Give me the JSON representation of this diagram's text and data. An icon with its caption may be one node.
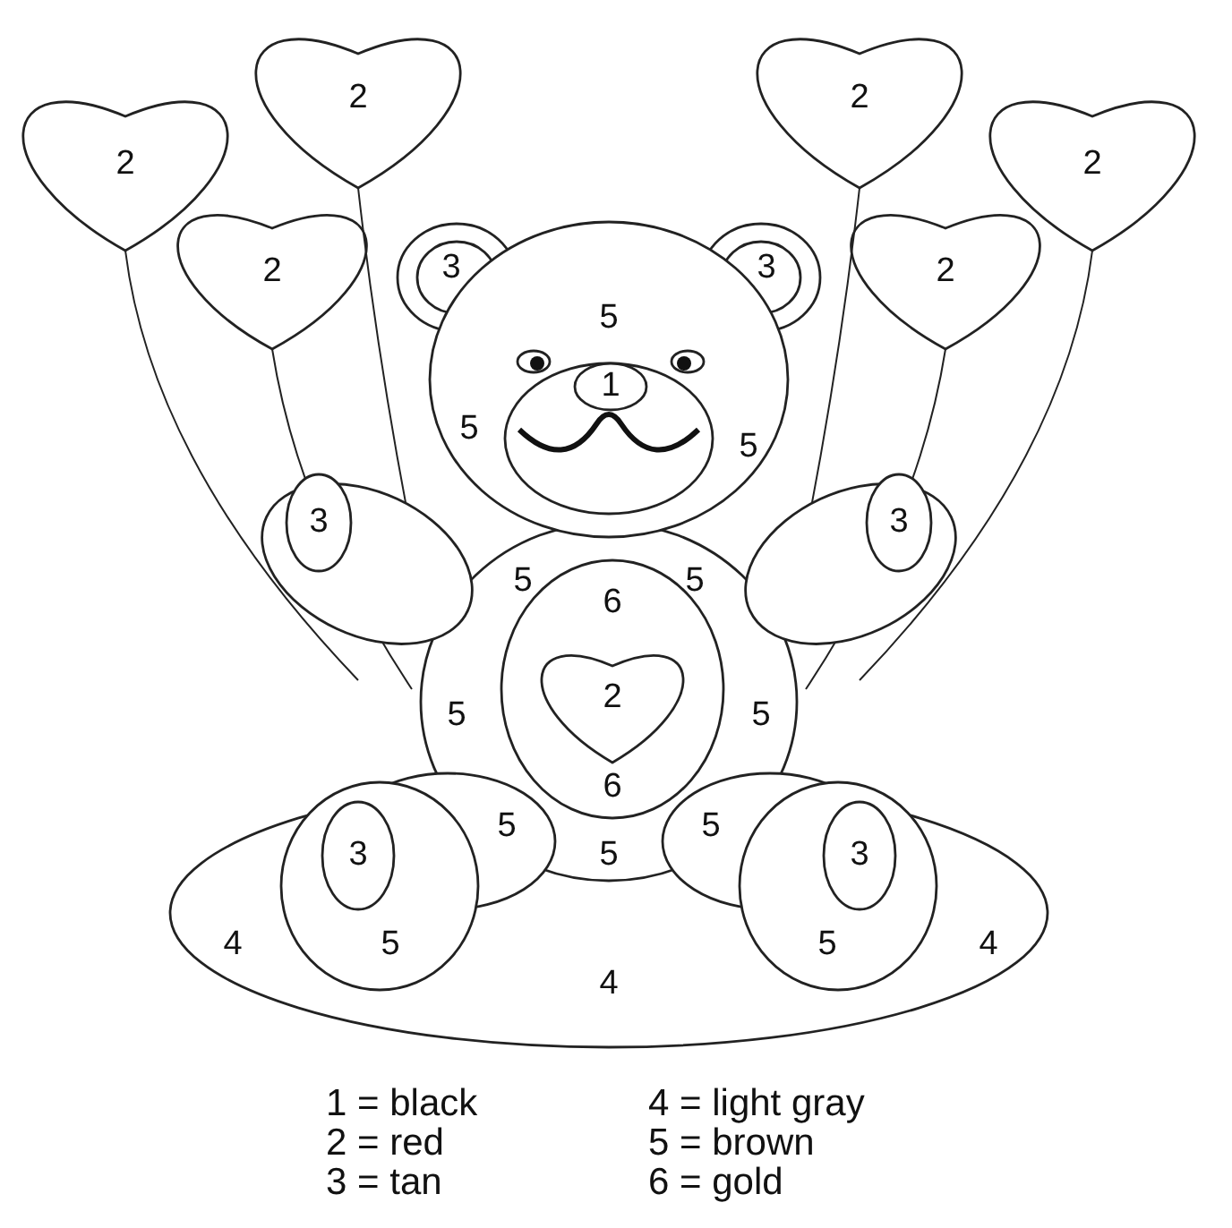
{
  "diagram": {
    "labels": [
      "2",
      "2",
      "2",
      "2",
      "2",
      "3",
      "3",
      "2",
      "5",
      "1",
      "5",
      "5",
      "3",
      "3",
      "5",
      "5",
      "6",
      "2",
      "5",
      "5",
      "6",
      "5",
      "5",
      "3",
      "5",
      "3",
      "4",
      "5",
      "5",
      "4",
      "4"
    ],
    "legend": [
      {
        "text": "1 = black"
      },
      {
        "text": "4 = light gray"
      },
      {
        "text": "2 = red"
      },
      {
        "text": "5 = brown"
      },
      {
        "text": "3 = tan"
      },
      {
        "text": "6 = gold"
      }
    ]
  }
}
